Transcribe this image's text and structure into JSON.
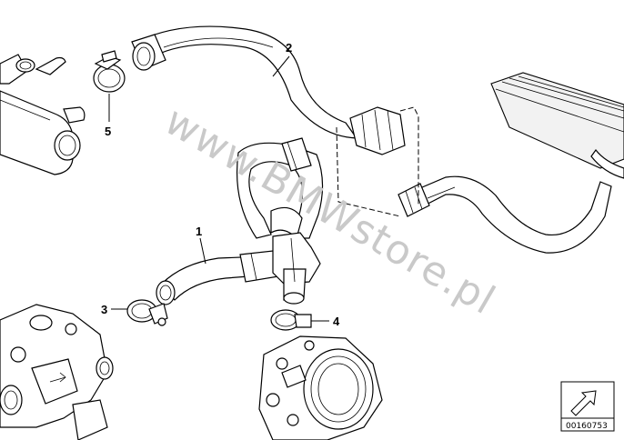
{
  "diagram": {
    "callouts": [
      {
        "id": "1",
        "label": "1"
      },
      {
        "id": "2",
        "label": "2"
      },
      {
        "id": "3",
        "label": "3"
      },
      {
        "id": "4",
        "label": "4"
      },
      {
        "id": "5",
        "label": "5"
      }
    ],
    "watermark": "www.BMWstore.pl",
    "document_number": "00160753"
  }
}
